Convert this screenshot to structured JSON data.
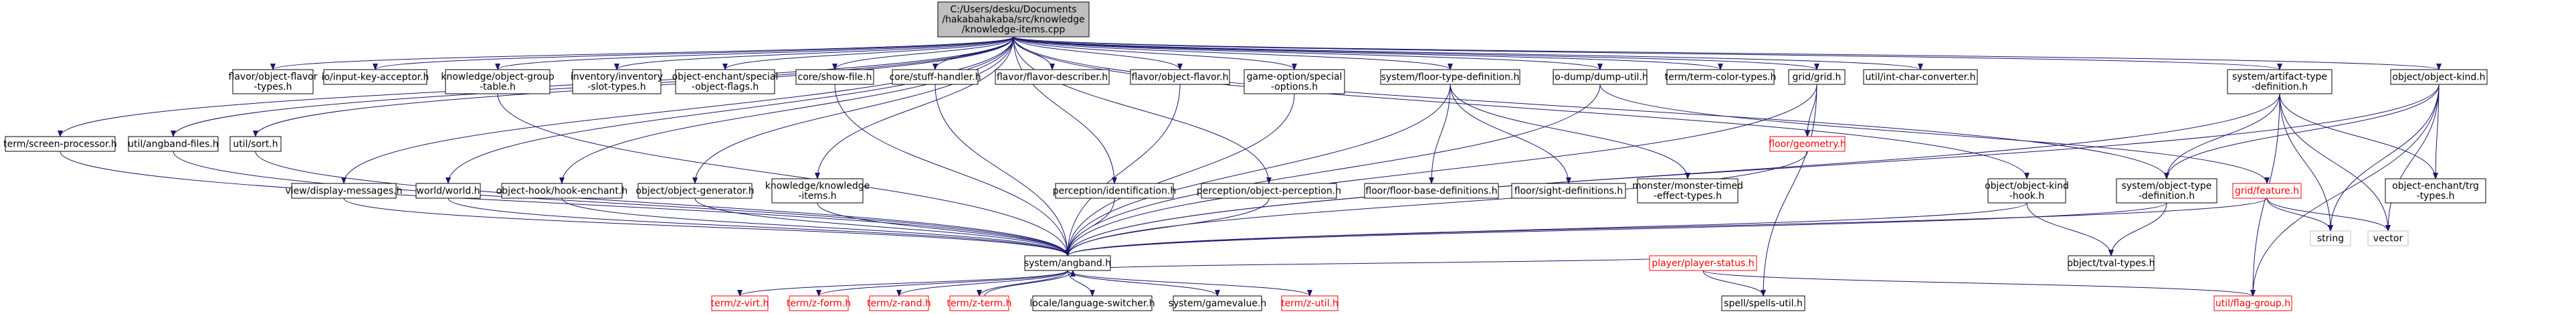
{
  "colors": {
    "box_border": "#000000",
    "box_fill": "#ffffff",
    "root_fill": "#bfbfbf",
    "missing_border": "#ff0000",
    "missing_text": "#ff0000",
    "external_border": "#bfbfbf",
    "external_text": "#000000",
    "edge": "#191970"
  },
  "nodes": [
    {
      "id": "root",
      "lines": [
        "C:/Users/desku/Documents",
        "/hakabahakaba/src/knowledge",
        "/knowledge-items.cpp"
      ],
      "style": "root"
    },
    {
      "id": "term_screen",
      "lines": [
        "term/screen-processor.h"
      ],
      "style": "normal"
    },
    {
      "id": "util_angband_files",
      "lines": [
        "util/angband-files.h"
      ],
      "style": "normal"
    },
    {
      "id": "util_sort",
      "lines": [
        "util/sort.h"
      ],
      "style": "normal"
    },
    {
      "id": "flavor_object_flavor_types",
      "lines": [
        "flavor/object-flavor",
        "-types.h"
      ],
      "style": "normal"
    },
    {
      "id": "view_display_messages",
      "lines": [
        "view/display-messages.h"
      ],
      "style": "normal"
    },
    {
      "id": "io_input_key_acceptor",
      "lines": [
        "io/input-key-acceptor.h"
      ],
      "style": "normal"
    },
    {
      "id": "world_world",
      "lines": [
        "world/world.h"
      ],
      "style": "normal"
    },
    {
      "id": "knowledge_object_group_table",
      "lines": [
        "knowledge/object-group",
        "-table.h"
      ],
      "style": "normal"
    },
    {
      "id": "inventory_slot_types",
      "lines": [
        "inventory/inventory",
        "-slot-types.h"
      ],
      "style": "normal"
    },
    {
      "id": "object_hook_enchant",
      "lines": [
        "object-hook/hook-enchant.h"
      ],
      "style": "normal"
    },
    {
      "id": "object_object_generator",
      "lines": [
        "object/object-generator.h"
      ],
      "style": "normal"
    },
    {
      "id": "object_enchant_special_flags",
      "lines": [
        "object-enchant/special",
        "-object-flags.h"
      ],
      "style": "normal"
    },
    {
      "id": "knowledge_knowledge_items",
      "lines": [
        "knowledge/knowledge",
        "-items.h"
      ],
      "style": "normal"
    },
    {
      "id": "core_show_file",
      "lines": [
        "core/show-file.h"
      ],
      "style": "normal"
    },
    {
      "id": "core_stuff_handler",
      "lines": [
        "core/stuff-handler.h"
      ],
      "style": "normal"
    },
    {
      "id": "flavor_flavor_describer",
      "lines": [
        "flavor/flavor-describer.h"
      ],
      "style": "normal"
    },
    {
      "id": "flavor_object_flavor",
      "lines": [
        "flavor/object-flavor.h"
      ],
      "style": "normal"
    },
    {
      "id": "perception_identification",
      "lines": [
        "perception/identification.h"
      ],
      "style": "normal"
    },
    {
      "id": "game_option_special_options",
      "lines": [
        "game-option/special",
        "-options.h"
      ],
      "style": "normal"
    },
    {
      "id": "perception_object_perception",
      "lines": [
        "perception/object-perception.h"
      ],
      "style": "normal"
    },
    {
      "id": "system_floor_type_definition",
      "lines": [
        "system/floor-type-definition.h"
      ],
      "style": "normal"
    },
    {
      "id": "floor_floor_base_definitions",
      "lines": [
        "floor/floor-base-definitions.h"
      ],
      "style": "normal"
    },
    {
      "id": "floor_sight_definitions",
      "lines": [
        "floor/sight-definitions.h"
      ],
      "style": "normal"
    },
    {
      "id": "monster_monster_timed_effect_types",
      "lines": [
        "monster/monster-timed",
        "-effect-types.h"
      ],
      "style": "normal"
    },
    {
      "id": "io_dump_dump_util",
      "lines": [
        "io-dump/dump-util.h"
      ],
      "style": "normal"
    },
    {
      "id": "term_term_color_types",
      "lines": [
        "term/term-color-types.h"
      ],
      "style": "normal"
    },
    {
      "id": "grid_grid",
      "lines": [
        "grid/grid.h"
      ],
      "style": "normal"
    },
    {
      "id": "floor_geometry",
      "lines": [
        "floor/geometry.h"
      ],
      "style": "missing"
    },
    {
      "id": "util_int_char_converter",
      "lines": [
        "util/int-char-converter.h"
      ],
      "style": "normal"
    },
    {
      "id": "object_object_kind_hook",
      "lines": [
        "object/object-kind",
        "-hook.h"
      ],
      "style": "normal"
    },
    {
      "id": "system_artifact_type_definition",
      "lines": [
        "system/artifact-type",
        "-definition.h"
      ],
      "style": "normal"
    },
    {
      "id": "system_object_type_definition",
      "lines": [
        "system/object-type",
        "-definition.h"
      ],
      "style": "normal"
    },
    {
      "id": "grid_feature",
      "lines": [
        "grid/feature.h"
      ],
      "style": "missing"
    },
    {
      "id": "object_tval_types",
      "lines": [
        "object/tval-types.h"
      ],
      "style": "normal"
    },
    {
      "id": "object_object_kind",
      "lines": [
        "object/object-kind.h"
      ],
      "style": "normal"
    },
    {
      "id": "object_enchant_trg_types",
      "lines": [
        "object-enchant/trg",
        "-types.h"
      ],
      "style": "normal"
    },
    {
      "id": "string",
      "lines": [
        "string"
      ],
      "style": "external"
    },
    {
      "id": "vector",
      "lines": [
        "vector"
      ],
      "style": "external"
    },
    {
      "id": "system_angband",
      "lines": [
        "system/angband.h"
      ],
      "style": "normal"
    },
    {
      "id": "term_z_virt",
      "lines": [
        "term/z-virt.h"
      ],
      "style": "missing"
    },
    {
      "id": "term_z_form",
      "lines": [
        "term/z-form.h"
      ],
      "style": "missing"
    },
    {
      "id": "term_z_rand",
      "lines": [
        "term/z-rand.h"
      ],
      "style": "missing"
    },
    {
      "id": "term_z_term",
      "lines": [
        "term/z-term.h"
      ],
      "style": "missing"
    },
    {
      "id": "locale_language_switcher",
      "lines": [
        "locale/language-switcher.h"
      ],
      "style": "normal"
    },
    {
      "id": "system_gamevalue",
      "lines": [
        "system/gamevalue.h"
      ],
      "style": "normal"
    },
    {
      "id": "term_z_util",
      "lines": [
        "term/z-util.h"
      ],
      "style": "missing"
    },
    {
      "id": "player_player_status",
      "lines": [
        "player/player-status.h"
      ],
      "style": "missing"
    },
    {
      "id": "spell_spells_util",
      "lines": [
        "spell/spells-util.h"
      ],
      "style": "normal"
    },
    {
      "id": "util_flag_group",
      "lines": [
        "util/flag-group.h"
      ],
      "style": "missing"
    }
  ]
}
